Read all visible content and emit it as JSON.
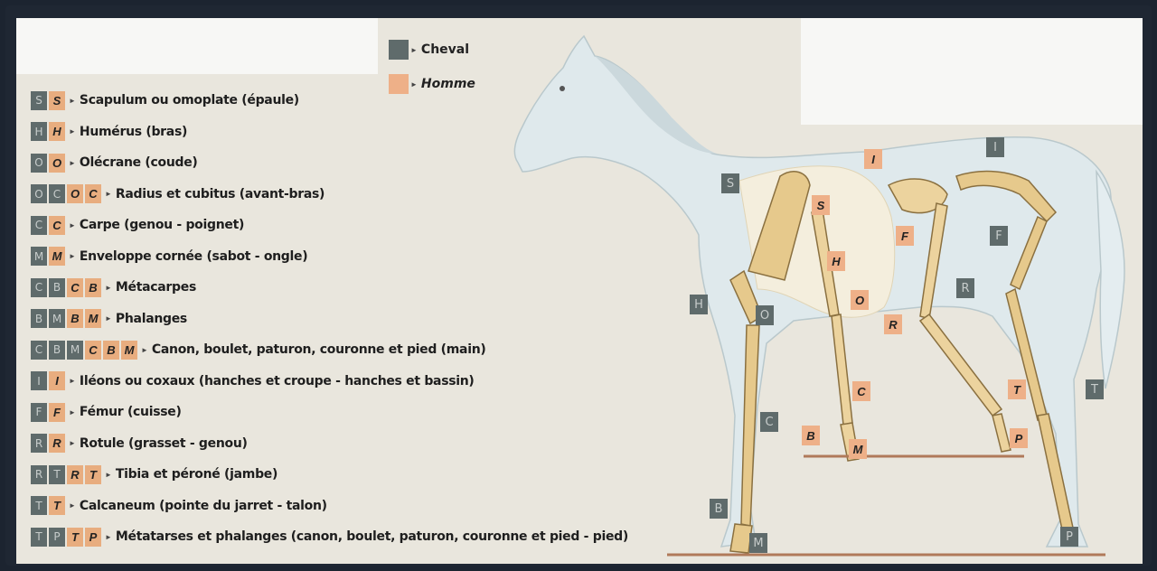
{
  "legend": [
    {
      "label": "Cheval",
      "color": "#5f6b6b",
      "style": "bold"
    },
    {
      "label": "Homme",
      "color": "#eeb088",
      "style": "italic"
    }
  ],
  "items": [
    {
      "g": [
        "S"
      ],
      "o": [
        "S"
      ],
      "text": "Scapulum ou omoplate (épaule)"
    },
    {
      "g": [
        "H"
      ],
      "o": [
        "H"
      ],
      "text": "Humérus (bras)"
    },
    {
      "g": [
        "O"
      ],
      "o": [
        "O"
      ],
      "text": "Olécrane (coude)"
    },
    {
      "g": [
        "O",
        "C"
      ],
      "o": [
        "O",
        "C"
      ],
      "text": "Radius et cubitus (avant-bras)"
    },
    {
      "g": [
        "C"
      ],
      "o": [
        "C"
      ],
      "text": "Carpe (genou - poignet)"
    },
    {
      "g": [
        "M"
      ],
      "o": [
        "M"
      ],
      "text": "Enveloppe cornée (sabot - ongle)"
    },
    {
      "g": [
        "C",
        "B"
      ],
      "o": [
        "C",
        "B"
      ],
      "text": "Métacarpes"
    },
    {
      "g": [
        "B",
        "M"
      ],
      "o": [
        "B",
        "M"
      ],
      "text": "Phalanges"
    },
    {
      "g": [
        "C",
        "B",
        "M"
      ],
      "o": [
        "C",
        "B",
        "M"
      ],
      "text": "Canon, boulet, paturon, couronne et pied (main)"
    },
    {
      "g": [
        "I"
      ],
      "o": [
        "I"
      ],
      "text": "Iléons ou coxaux (hanches et croupe - hanches et bassin)"
    },
    {
      "g": [
        "F"
      ],
      "o": [
        "F"
      ],
      "text": "Fémur (cuisse)"
    },
    {
      "g": [
        "R"
      ],
      "o": [
        "R"
      ],
      "text": "Rotule (grasset - genou)"
    },
    {
      "g": [
        "R",
        "T"
      ],
      "o": [
        "R",
        "T"
      ],
      "text": "Tibia et péroné (jambe)"
    },
    {
      "g": [
        "T"
      ],
      "o": [
        "T"
      ],
      "text": "Calcaneum (pointe du jarret - talon)"
    },
    {
      "g": [
        "T",
        "P"
      ],
      "o": [
        "T",
        "P"
      ],
      "text": "Métatarses et phalanges (canon, boulet, paturon, couronne et pied - pied)"
    }
  ],
  "horse_labels": [
    "S",
    "H",
    "O",
    "C",
    "B",
    "M",
    "I",
    "F",
    "R",
    "T",
    "P"
  ],
  "human_labels": [
    "I",
    "S",
    "F",
    "H",
    "O",
    "R",
    "C",
    "T",
    "B",
    "M",
    "P"
  ]
}
